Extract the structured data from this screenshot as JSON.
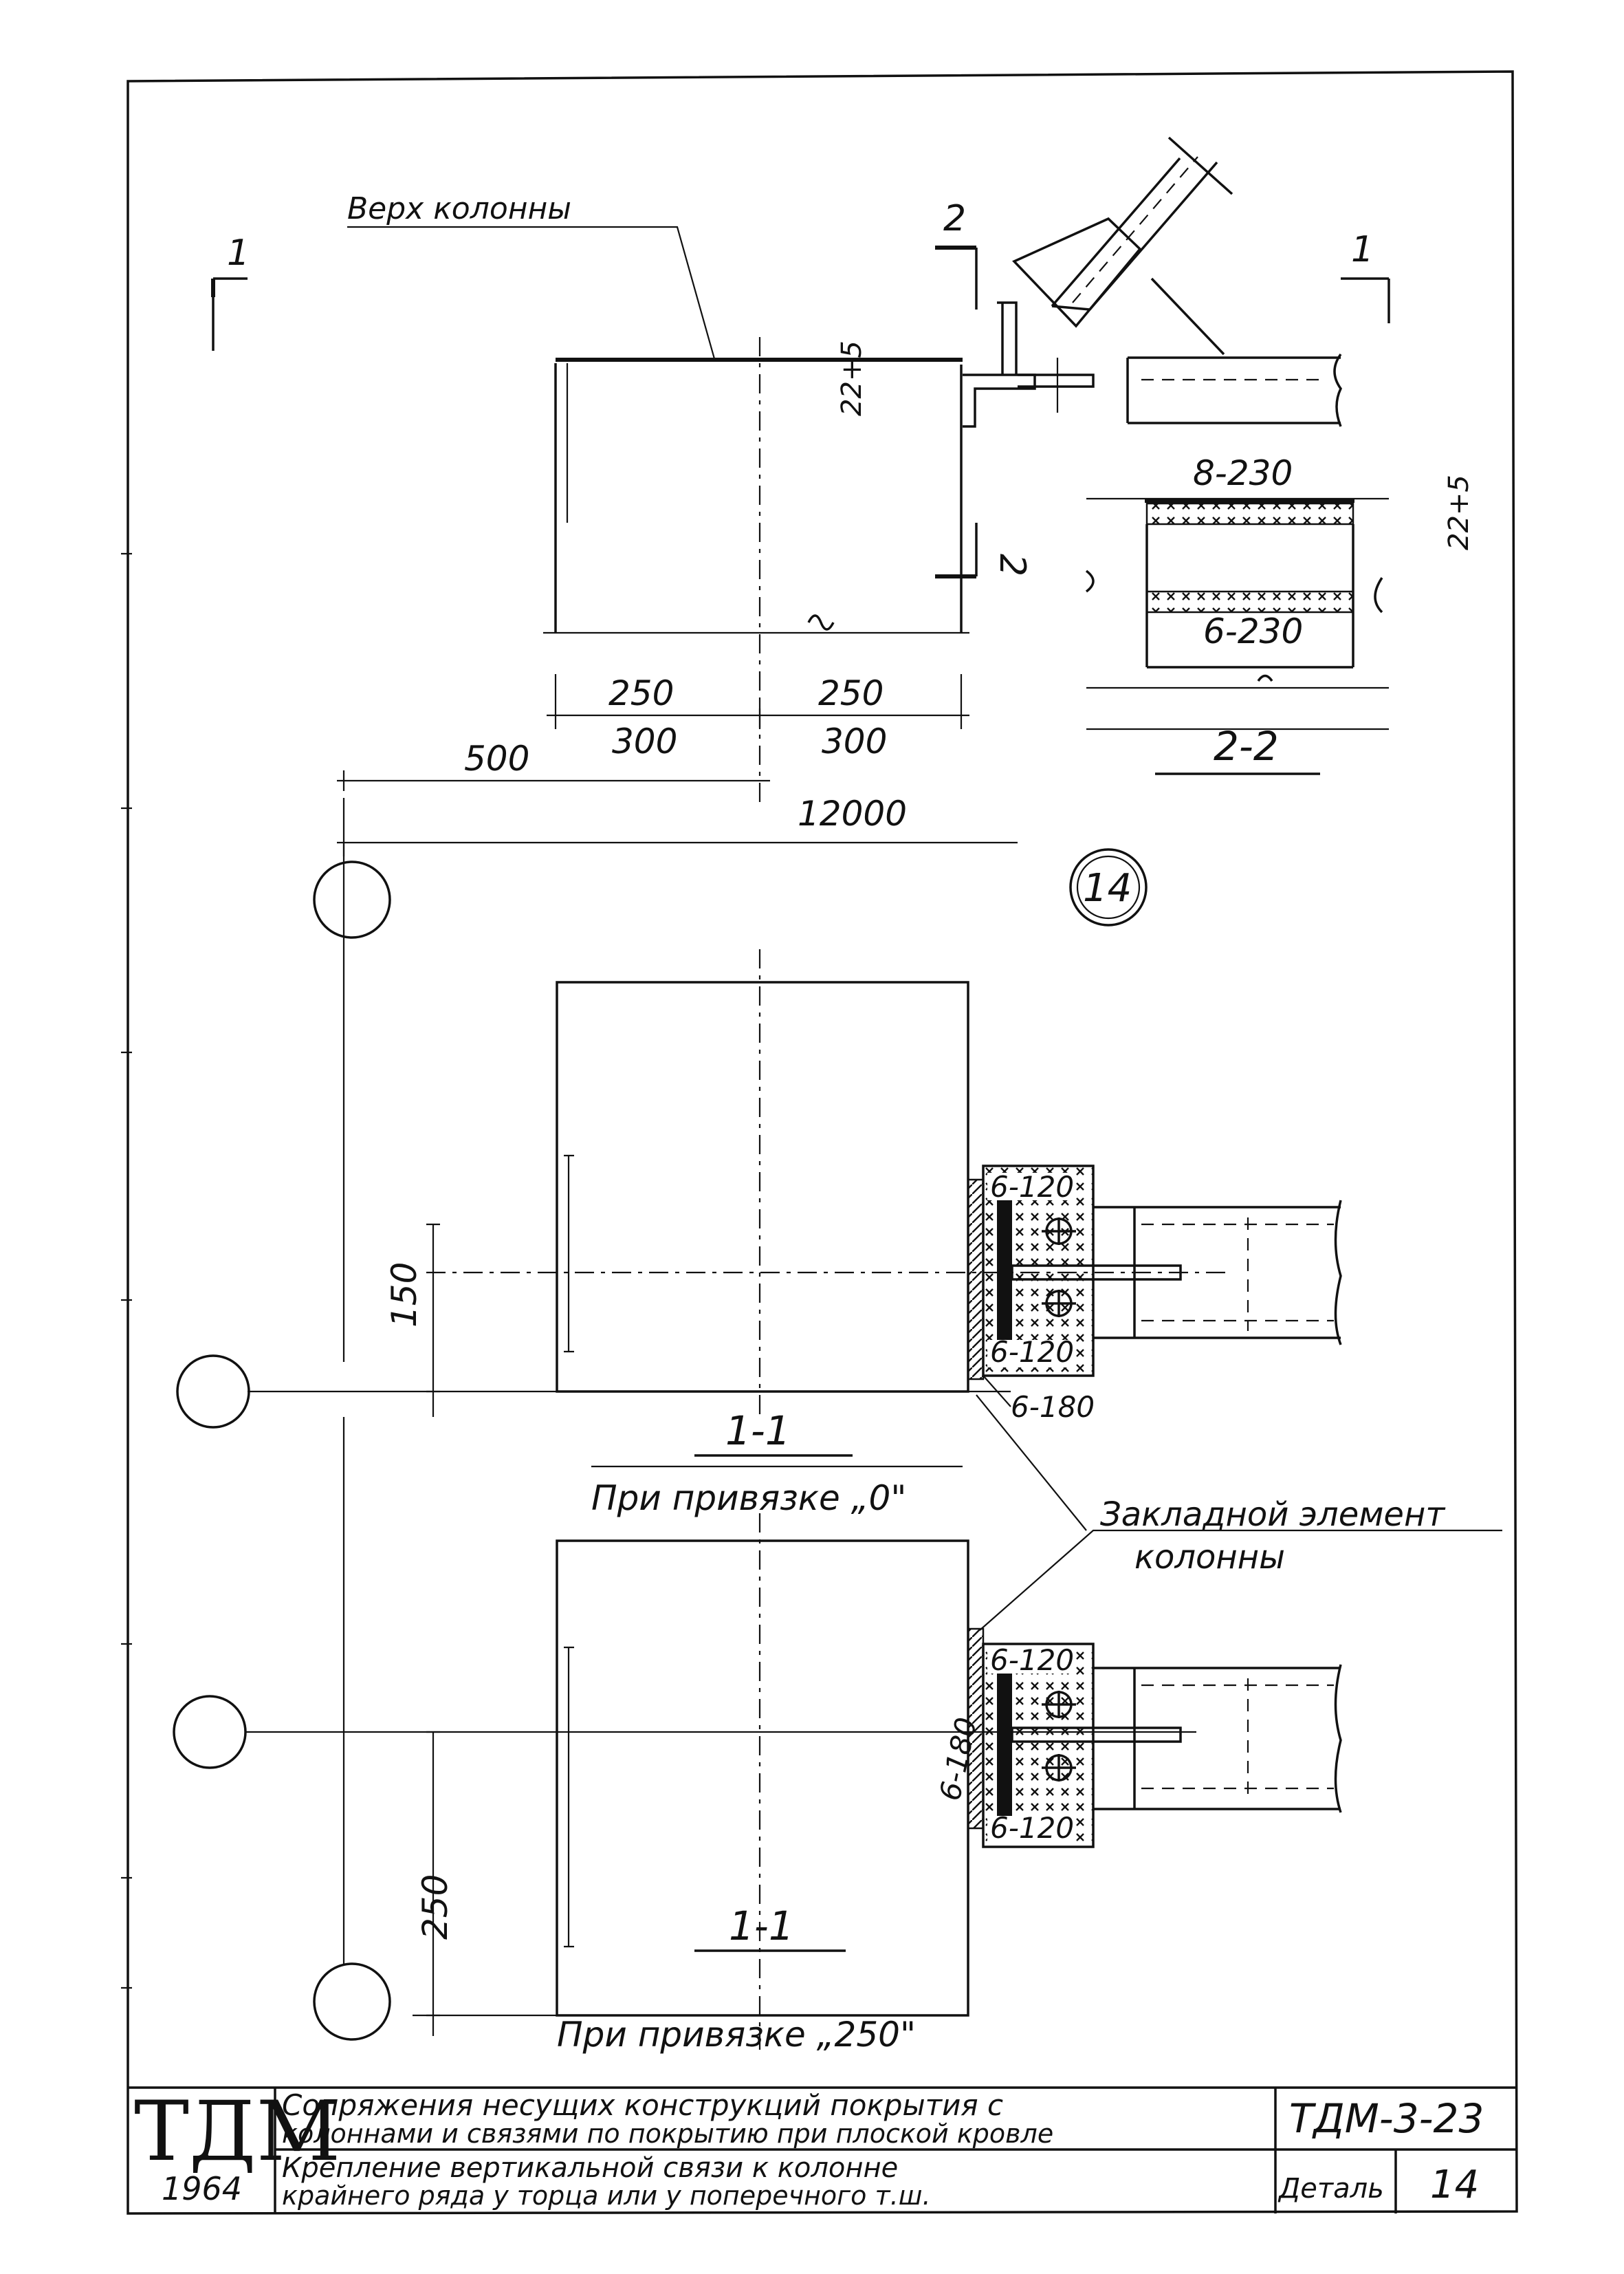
{
  "labels": {
    "column_top": "Верх колонны",
    "section_mark_1": "1",
    "section_mark_2": "2",
    "dim_22": "22+5",
    "dim_22_right": "22+5",
    "plate_8_230": "8-230",
    "plate_6_230": "6-230",
    "section_2_2": "2-2",
    "dim_250_a": "250",
    "dim_250_b": "250",
    "dim_300_a": "300",
    "dim_300_b": "300",
    "dim_500": "500",
    "dim_12000": "12000",
    "detail_no": "14",
    "plate_6_120_a": "6-120",
    "plate_6_120_b": "6-120",
    "plate_6_180_a": "6-180",
    "dim_150": "150",
    "section_1_1_a": "1-1",
    "caption_a": "При привязке „0\"",
    "embedded_element_1": "Закладной элемент",
    "embedded_element_2": "колонны",
    "plate_6_120_c": "6-120",
    "plate_6_120_d": "6-120",
    "plate_6_180_b": "6-180",
    "dim_250_c": "250",
    "section_1_1_b": "1-1",
    "caption_b": "При привязке „250\""
  },
  "title_block": {
    "logo": "ТДМ",
    "year": "1964",
    "title_line1": "Сопряжения несущих конструкций покрытия с",
    "title_line2": "колоннами и связями по покрытию при плоской кровле",
    "subtitle_line1": "Крепление вертикальной связи к колонне",
    "subtitle_line2": "крайнего ряда у торца или у поперечного т.ш.",
    "code": "ТДМ-3-23",
    "detail_label": "Деталь",
    "detail_number": "14"
  }
}
